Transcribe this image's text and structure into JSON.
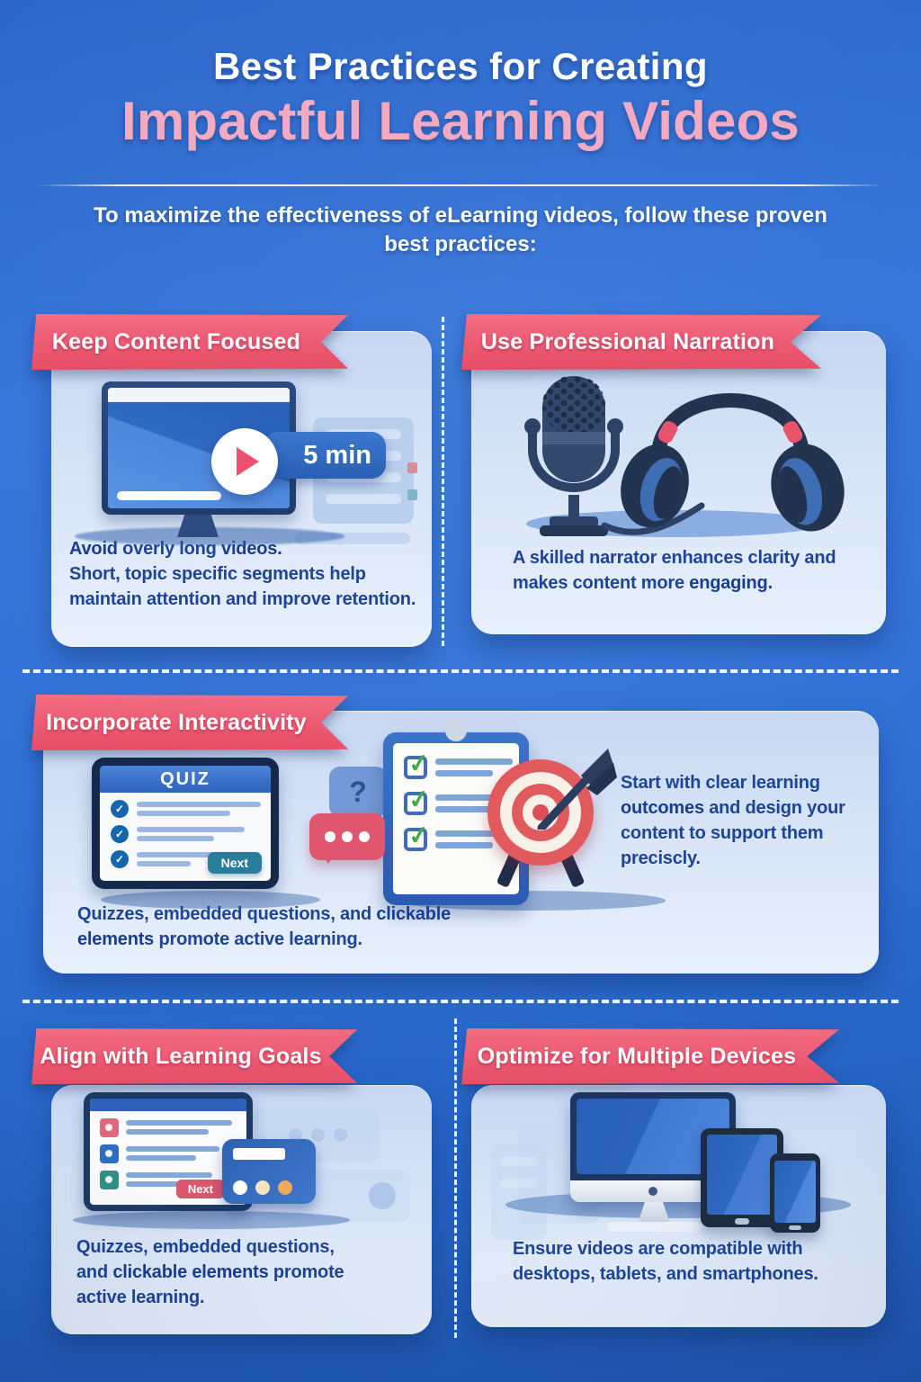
{
  "header": {
    "title_bold": "Best Practices",
    "title_rest": " for Creating",
    "title_line2": "Impactful Learning Videos",
    "subtitle": "To maximize the effectiveness of eLearning videos, follow these proven best practices:"
  },
  "colors": {
    "background_blue": "#2f70d6",
    "card_background": "#d9e5f7",
    "ribbon_pink": "#ec5a72",
    "title_pink": "#f4abc2",
    "body_navy": "#1d4497",
    "accent_teal": "#287d9b",
    "accent_red": "#d9566b",
    "check_green": "#3fae3f",
    "play_pink": "#ee5070"
  },
  "cards": {
    "focus": {
      "ribbon": "Keep Content Focused",
      "illustration": {
        "duration_badge": "5 min",
        "icons": [
          "monitor-icon",
          "play-icon",
          "progress-bar",
          "list-panel-icon"
        ]
      },
      "body": {
        "bold1": "Avoid",
        "text1": " overly long ",
        "bold2": "videos.",
        "line2": "Short, topic specific segments help maintain attention and improve retention."
      }
    },
    "narration": {
      "ribbon": "Use Professional Narration",
      "illustration": {
        "icons": [
          "microphone-icon",
          "headphones-icon",
          "cable-icon"
        ]
      },
      "body": {
        "text1": "A skilled narrator enhances clarity and makes content more ",
        "bold1": "engaging."
      }
    },
    "interactivity": {
      "ribbon": "Incorporate Interactivity",
      "illustration": {
        "quiz_title": "QUIZ",
        "next_label": "Next",
        "question_mark": "?",
        "icons": [
          "quiz-tablet-icon",
          "question-bubble-icon",
          "dots-bubble-icon",
          "checklist-clipboard-icon",
          "target-arrow-icon"
        ]
      },
      "side_text": {
        "text1": "Start with clear learning ",
        "bold1": "outcomes",
        "text2": " and design your content to support them preciscly."
      },
      "body": {
        "text1": "Quizzes, embedded questions, and ",
        "bold1": "clickable elements",
        "text2": " promote active learning."
      }
    },
    "goals": {
      "ribbon": "Align with Learning Goals",
      "illustration": {
        "next_label": "Next",
        "icons": [
          "quiz-list-tablet-icon",
          "remote-card-icon",
          "chat-ghost-icon"
        ]
      },
      "body": {
        "text1": "Quizzes, embedded questions, and ",
        "bold1": "clickable elements",
        "text2": " promote active learning."
      }
    },
    "devices": {
      "ribbon": "Optimize for Multiple Devices",
      "illustration": {
        "icons": [
          "desktop-icon",
          "tablet-icon",
          "smartphone-icon"
        ]
      },
      "body": {
        "text1": "Ensure videos are compatible with desktops, tablets, and smartphones."
      }
    }
  }
}
